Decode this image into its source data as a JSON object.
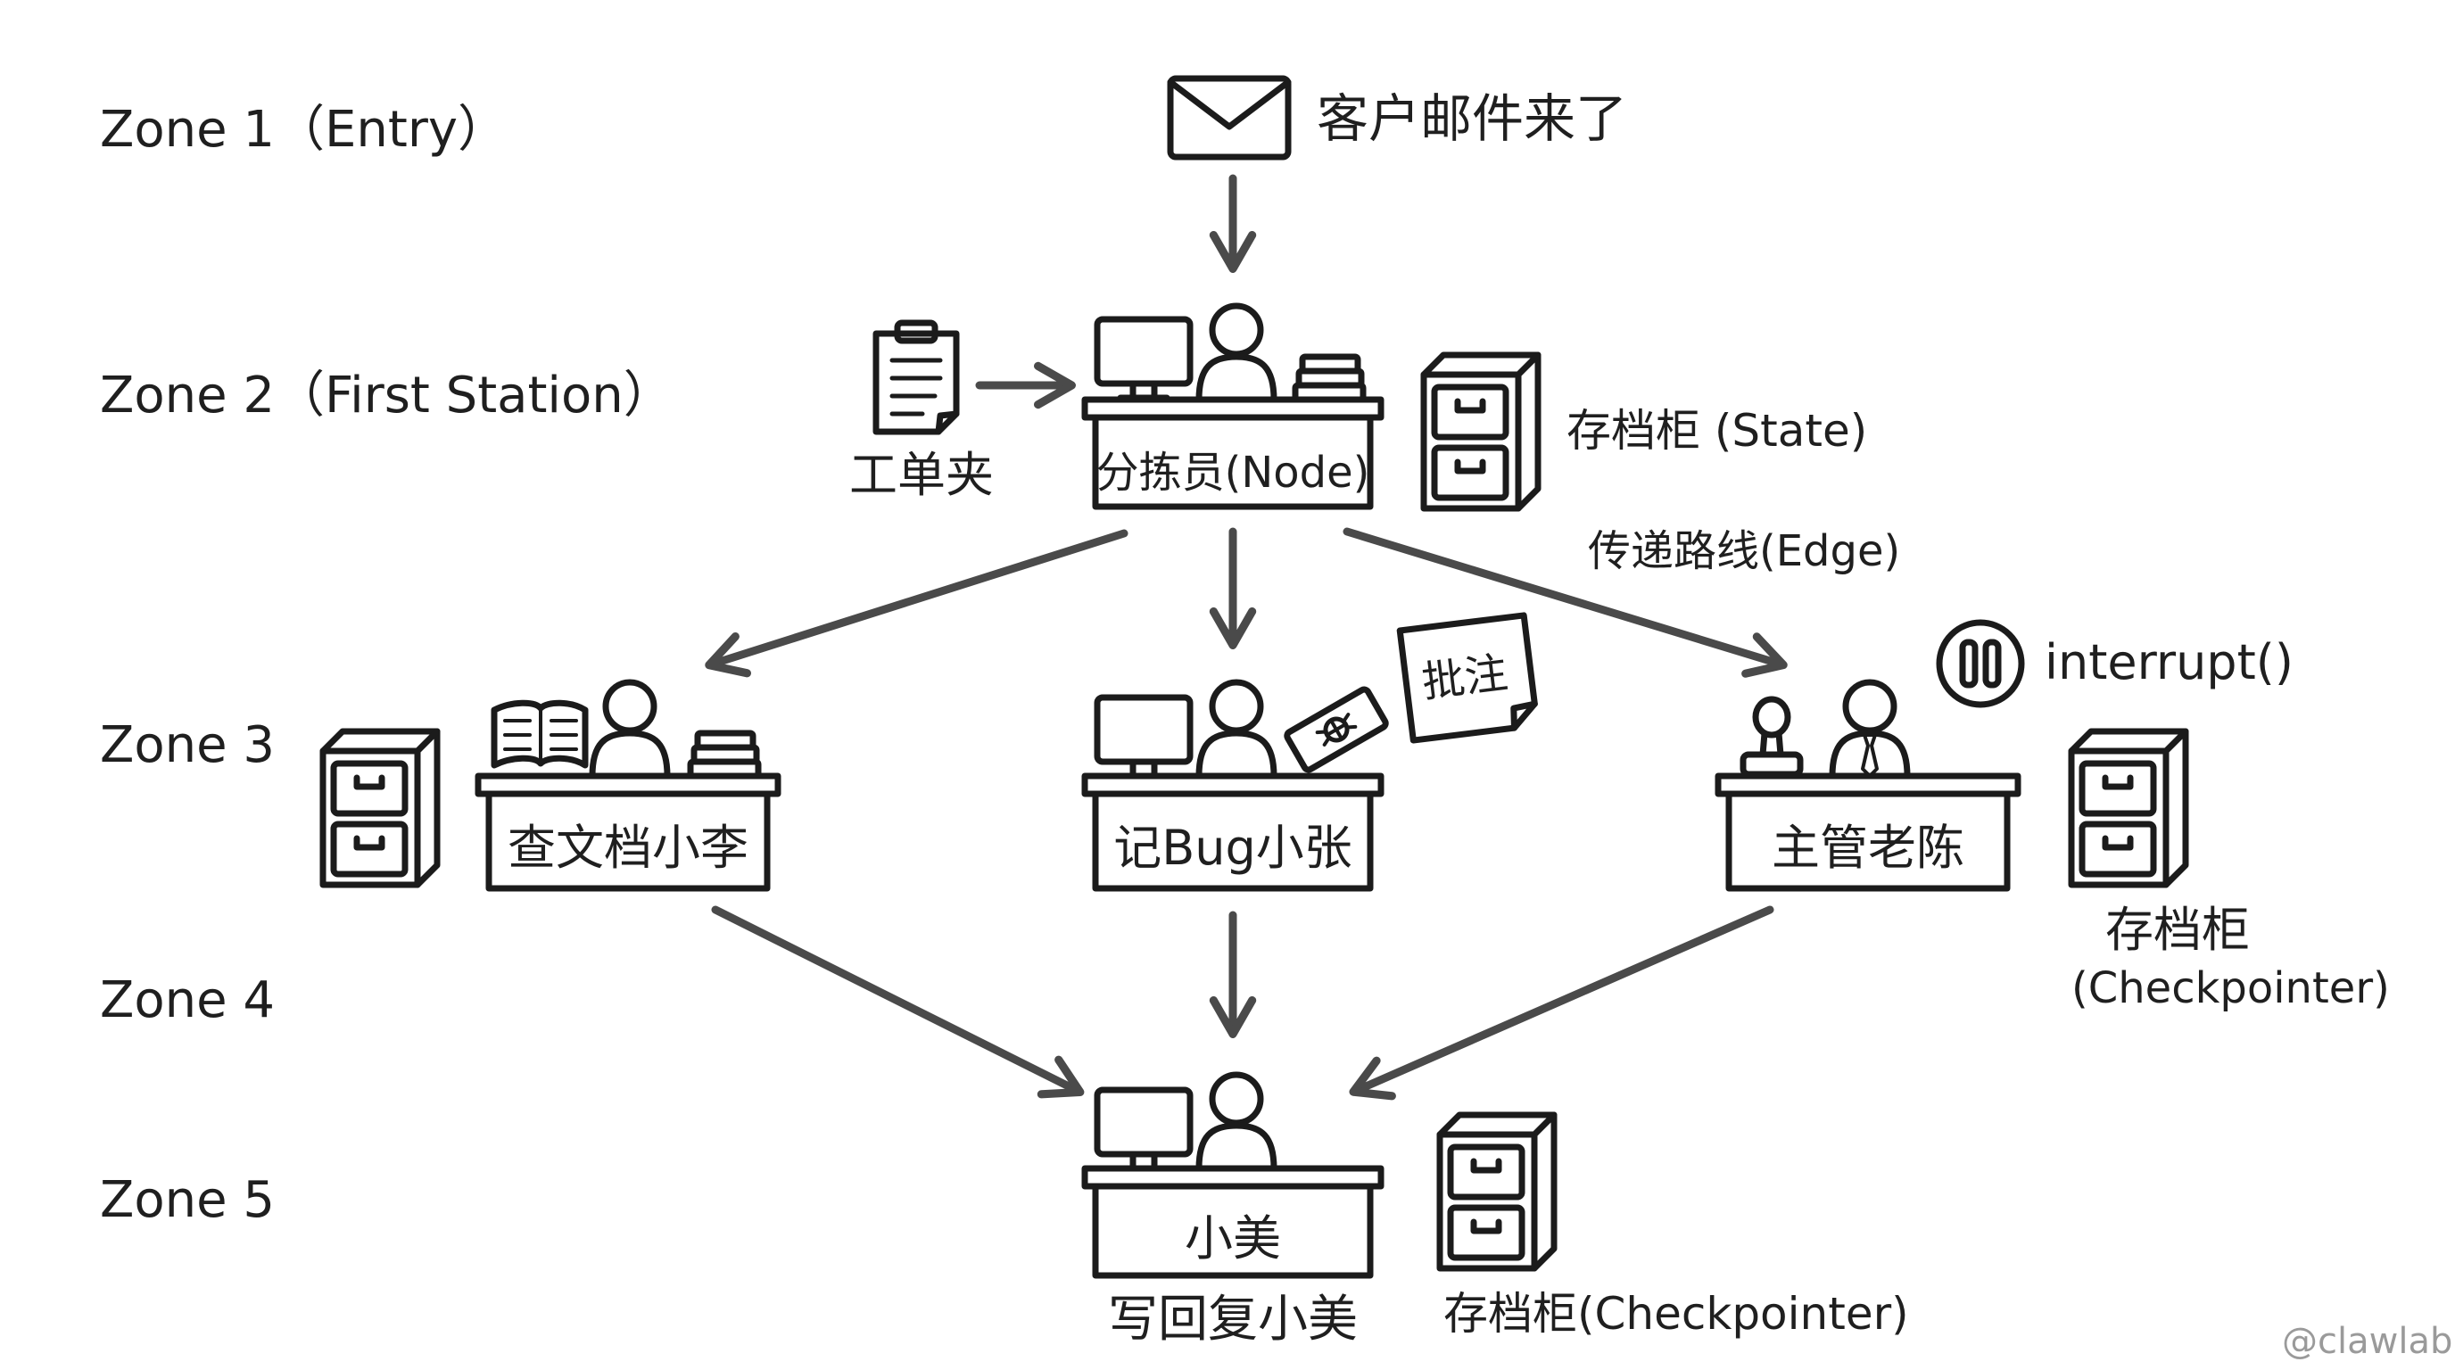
{
  "zones": {
    "zone1": "Zone 1（Entry）",
    "zone2": "Zone 2（First Station）",
    "zone3": "Zone 3",
    "zone4": "Zone 4",
    "zone5": "Zone 5"
  },
  "entry": {
    "label": "客户邮件来了",
    "icon": "envelope-icon"
  },
  "folder": {
    "label": "工单夹",
    "icon": "clipboard-icon"
  },
  "node": {
    "label": "分拣员(Node)"
  },
  "state": {
    "label": "存档柜 (State)"
  },
  "edge": {
    "label": "传递路线(Edge)"
  },
  "docs_desk": {
    "label": "查文档小李"
  },
  "bug_desk": {
    "label": "记Bug小张",
    "note": "批注"
  },
  "manager_desk": {
    "label": "主管老陈"
  },
  "interrupt": {
    "label": "interrupt()",
    "icon": "pause-icon"
  },
  "checkpointer_right": {
    "line1": "存档柜",
    "line2": "(Checkpointer)"
  },
  "reply_desk": {
    "label": "小美",
    "caption": "写回复小美"
  },
  "checkpointer_bottom": {
    "label": "存档柜(Checkpointer)"
  },
  "watermark": "@clawlab",
  "colors": {
    "desk_fill": "#b9d5ef",
    "note_yellow": "#f8e79a",
    "pause_pink": "#f2b8b8",
    "arrow_gray": "#4a4a4a",
    "stamp_pink": "#e6a7a7"
  }
}
